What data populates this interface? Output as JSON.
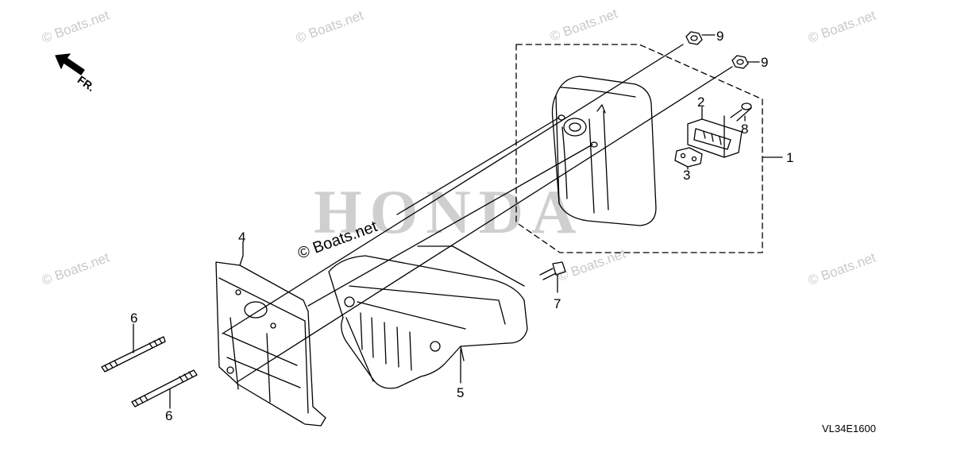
{
  "brand_watermark": "HONDA",
  "watermark_text": "© Boats.net",
  "watermark_strong": "© Boats.net",
  "front_label": "FR.",
  "diagram_code": "VL34E1600",
  "callouts": {
    "c1": "1",
    "c2": "2",
    "c3": "3",
    "c4": "4",
    "c5": "5",
    "c6a": "6",
    "c6b": "6",
    "c7": "7",
    "c8": "8",
    "c9a": "9",
    "c9b": "9"
  }
}
